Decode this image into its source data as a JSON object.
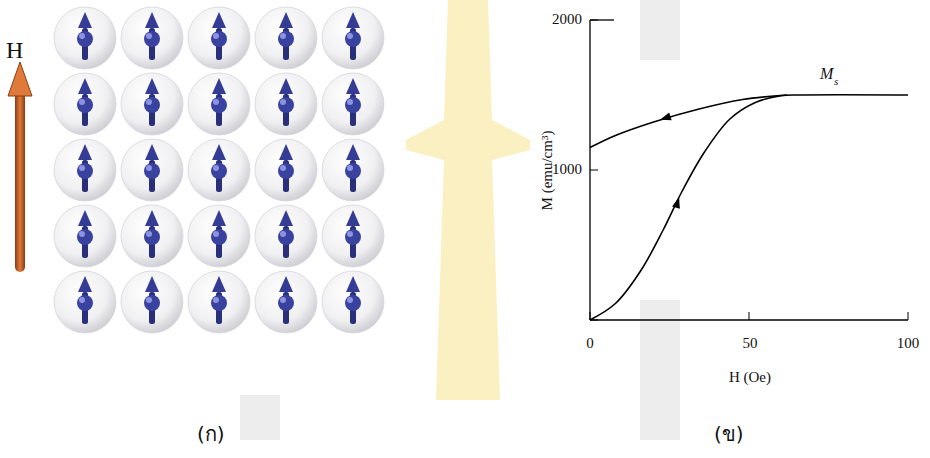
{
  "diagram": {
    "labels": [
      "H",
      "(ก)",
      "2000",
      "1000",
      "0",
      "50",
      "100",
      "M (emu/cm³)",
      "H (Oe)",
      "M",
      "s",
      "(ข)"
    ]
  }
}
